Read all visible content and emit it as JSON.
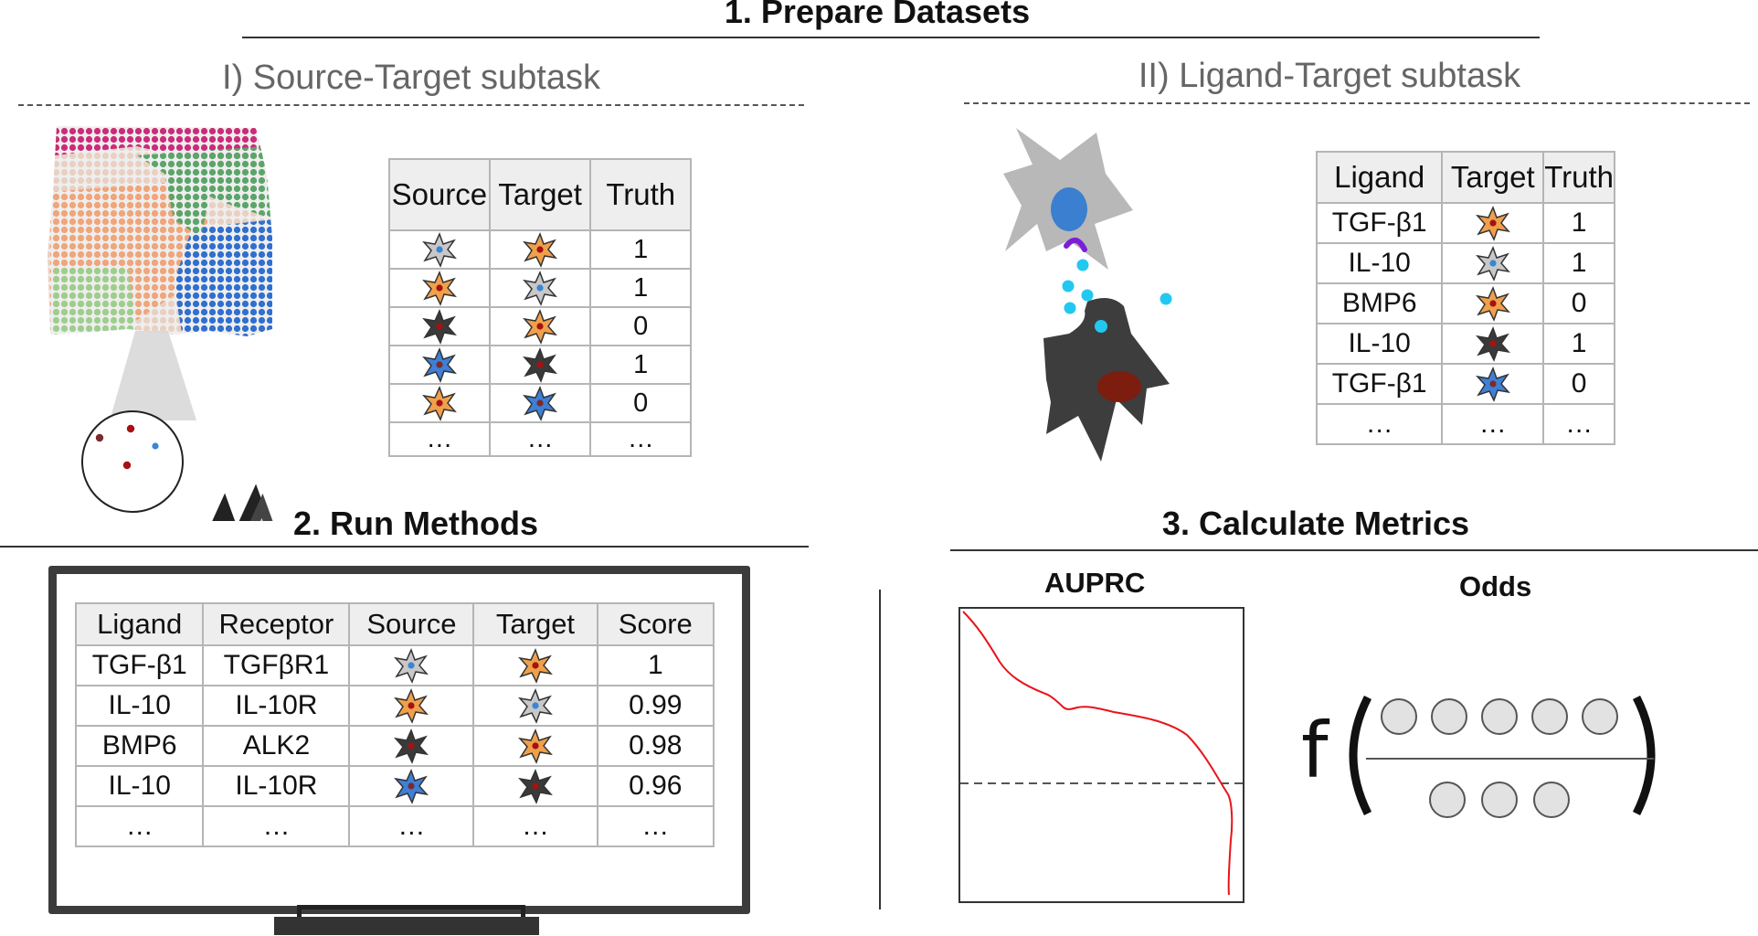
{
  "section1": {
    "title": "1. Prepare Datasets",
    "subtaskA": {
      "title": "I) Source-Target subtask",
      "headers": [
        "Source",
        "Target",
        "Truth"
      ],
      "rows": [
        {
          "source": "gray-cell-icon",
          "target": "orange-cell-icon",
          "truth": "1"
        },
        {
          "source": "orange-cell-icon",
          "target": "gray-cell-icon",
          "truth": "1"
        },
        {
          "source": "black-cell-icon",
          "target": "orange-cell-icon",
          "truth": "0"
        },
        {
          "source": "blue-cell-icon",
          "target": "black-cell-icon",
          "truth": "1"
        },
        {
          "source": "orange-cell-icon",
          "target": "blue-cell-icon",
          "truth": "0"
        }
      ],
      "ellipsis": [
        "…",
        "…",
        "…"
      ]
    },
    "subtaskB": {
      "title": "II) Ligand-Target subtask",
      "headers": [
        "Ligand",
        "Target",
        "Truth"
      ],
      "rows": [
        {
          "ligand": "TGF-β1",
          "target": "orange-cell-icon",
          "truth": "1"
        },
        {
          "ligand": "IL-10",
          "target": "gray-cell-icon",
          "truth": "1"
        },
        {
          "ligand": "BMP6",
          "target": "orange-cell-icon",
          "truth": "0"
        },
        {
          "ligand": "IL-10",
          "target": "black-cell-icon",
          "truth": "1"
        },
        {
          "ligand": "TGF-β1",
          "target": "blue-cell-icon",
          "truth": "0"
        }
      ],
      "ellipsis": [
        "…",
        "…",
        "…"
      ]
    }
  },
  "section2": {
    "title": "2. Run Methods",
    "headers": [
      "Ligand",
      "Receptor",
      "Source",
      "Target",
      "Score"
    ],
    "rows": [
      {
        "ligand": "TGF-β1",
        "receptor": "TGFβR1",
        "source": "gray-cell-icon",
        "target": "orange-cell-icon",
        "score": "1"
      },
      {
        "ligand": "IL-10",
        "receptor": "IL-10R",
        "source": "orange-cell-icon",
        "target": "gray-cell-icon",
        "score": "0.99"
      },
      {
        "ligand": "BMP6",
        "receptor": "ALK2",
        "source": "black-cell-icon",
        "target": "orange-cell-icon",
        "score": "0.98"
      },
      {
        "ligand": "IL-10",
        "receptor": "IL-10R",
        "source": "blue-cell-icon",
        "target": "black-cell-icon",
        "score": "0.96"
      }
    ],
    "ellipsis": [
      "…",
      "…",
      "…",
      "…",
      "…"
    ]
  },
  "section3": {
    "title": "3. Calculate Metrics",
    "auprc_label": "AUPRC",
    "odds_label": "Odds",
    "odds_f": "f"
  },
  "colors": {
    "orange": "#f0a04b",
    "gray": "#c8c8c8",
    "black": "#3a3a3a",
    "blue": "#3f7fd6",
    "pr_curve": "#e8141b",
    "cyan": "#22c8ef",
    "purple": "#7b1fd6"
  }
}
